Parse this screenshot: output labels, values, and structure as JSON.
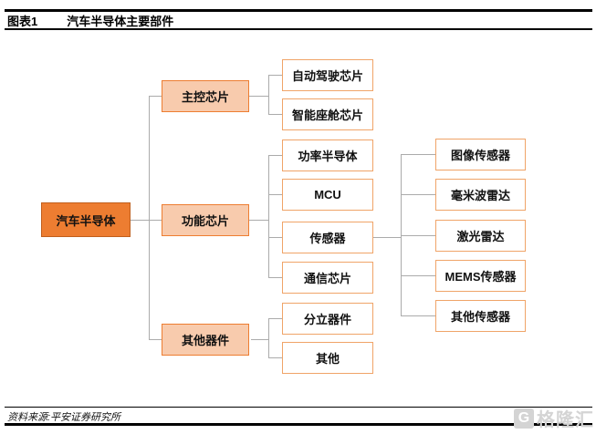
{
  "header": {
    "figure_label": "图表1",
    "title": "汽车半导体主要部件"
  },
  "footer": {
    "source": "资料来源:平安证券研究所"
  },
  "watermark": {
    "logo_letter": "G",
    "text": "格隆汇"
  },
  "colors": {
    "root_fill": "#ED7D31",
    "root_border": "#C05F1D",
    "branch_fill": "#F8CBAD",
    "branch_border": "#ED7D31",
    "leaf_fill": "#FFFFFF",
    "leaf_border": "#F0A468",
    "connector": "#ABABAB",
    "rule": "#000000"
  },
  "diagram": {
    "nodes": [
      {
        "id": "auto-semiconductor",
        "label": "汽车半导体",
        "level": "root",
        "parent": null
      },
      {
        "id": "main-control-chip",
        "label": "主控芯片",
        "level": "branch",
        "parent": "auto-semiconductor"
      },
      {
        "id": "function-chip",
        "label": "功能芯片",
        "level": "branch",
        "parent": "auto-semiconductor"
      },
      {
        "id": "other-devices",
        "label": "其他器件",
        "level": "branch",
        "parent": "auto-semiconductor"
      },
      {
        "id": "auto-driving-chip",
        "label": "自动驾驶芯片",
        "level": "leaf",
        "parent": "main-control-chip"
      },
      {
        "id": "smart-cockpit-chip",
        "label": "智能座舱芯片",
        "level": "leaf",
        "parent": "main-control-chip"
      },
      {
        "id": "power-semiconductor",
        "label": "功率半导体",
        "level": "leaf",
        "parent": "function-chip"
      },
      {
        "id": "mcu",
        "label": "MCU",
        "level": "leaf",
        "parent": "function-chip"
      },
      {
        "id": "sensor",
        "label": "传感器",
        "level": "leaf",
        "parent": "function-chip"
      },
      {
        "id": "communication-chip",
        "label": "通信芯片",
        "level": "leaf",
        "parent": "function-chip"
      },
      {
        "id": "discrete-devices",
        "label": "分立器件",
        "level": "leaf",
        "parent": "other-devices"
      },
      {
        "id": "other",
        "label": "其他",
        "level": "leaf",
        "parent": "other-devices"
      },
      {
        "id": "image-sensor",
        "label": "图像传感器",
        "level": "leaf",
        "parent": "sensor"
      },
      {
        "id": "mmwave-radar",
        "label": "毫米波雷达",
        "level": "leaf",
        "parent": "sensor"
      },
      {
        "id": "lidar",
        "label": "激光雷达",
        "level": "leaf",
        "parent": "sensor"
      },
      {
        "id": "mems-sensor",
        "label": "MEMS传感器",
        "level": "leaf",
        "parent": "sensor"
      },
      {
        "id": "other-sensor",
        "label": "其他传感器",
        "level": "leaf",
        "parent": "sensor"
      }
    ]
  }
}
